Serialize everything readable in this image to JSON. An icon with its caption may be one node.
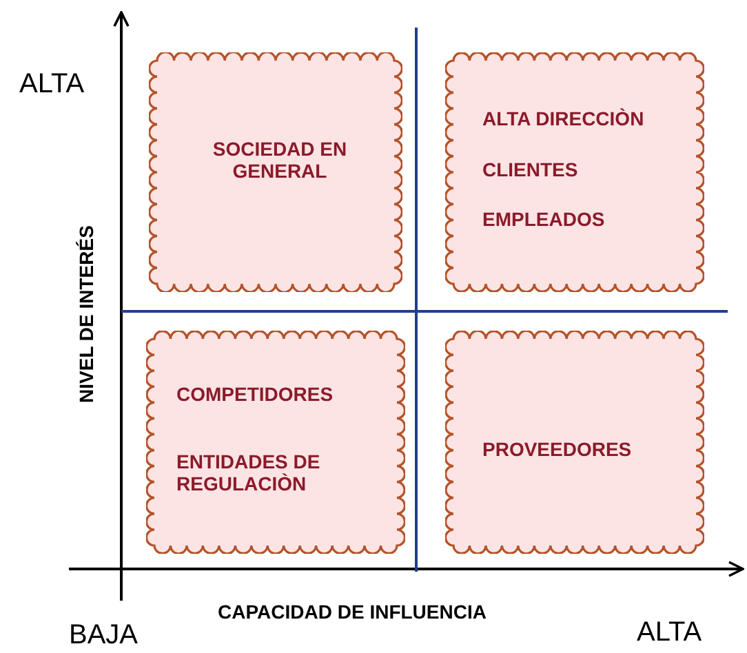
{
  "diagram": {
    "nodes": [
      {
        "text": [
          "SOCIEDAD EN GENERAL"
        ]
      },
      {
        "text": [
          "ALTA DIRECCIÒN",
          "CLIENTES",
          "EMPLEADOS"
        ]
      },
      {
        "text": [
          "COMPETIDORES",
          "ENTIDADES DE REGULACIÒN"
        ]
      },
      {
        "text": [
          "PROVEEDORES"
        ]
      }
    ],
    "edges": [],
    "labels": [
      "ALTA",
      "NIVEL DE INTERÉS",
      "CAPACIDAD DE INFLUENCIA",
      "BAJA",
      "ALTA"
    ]
  }
}
